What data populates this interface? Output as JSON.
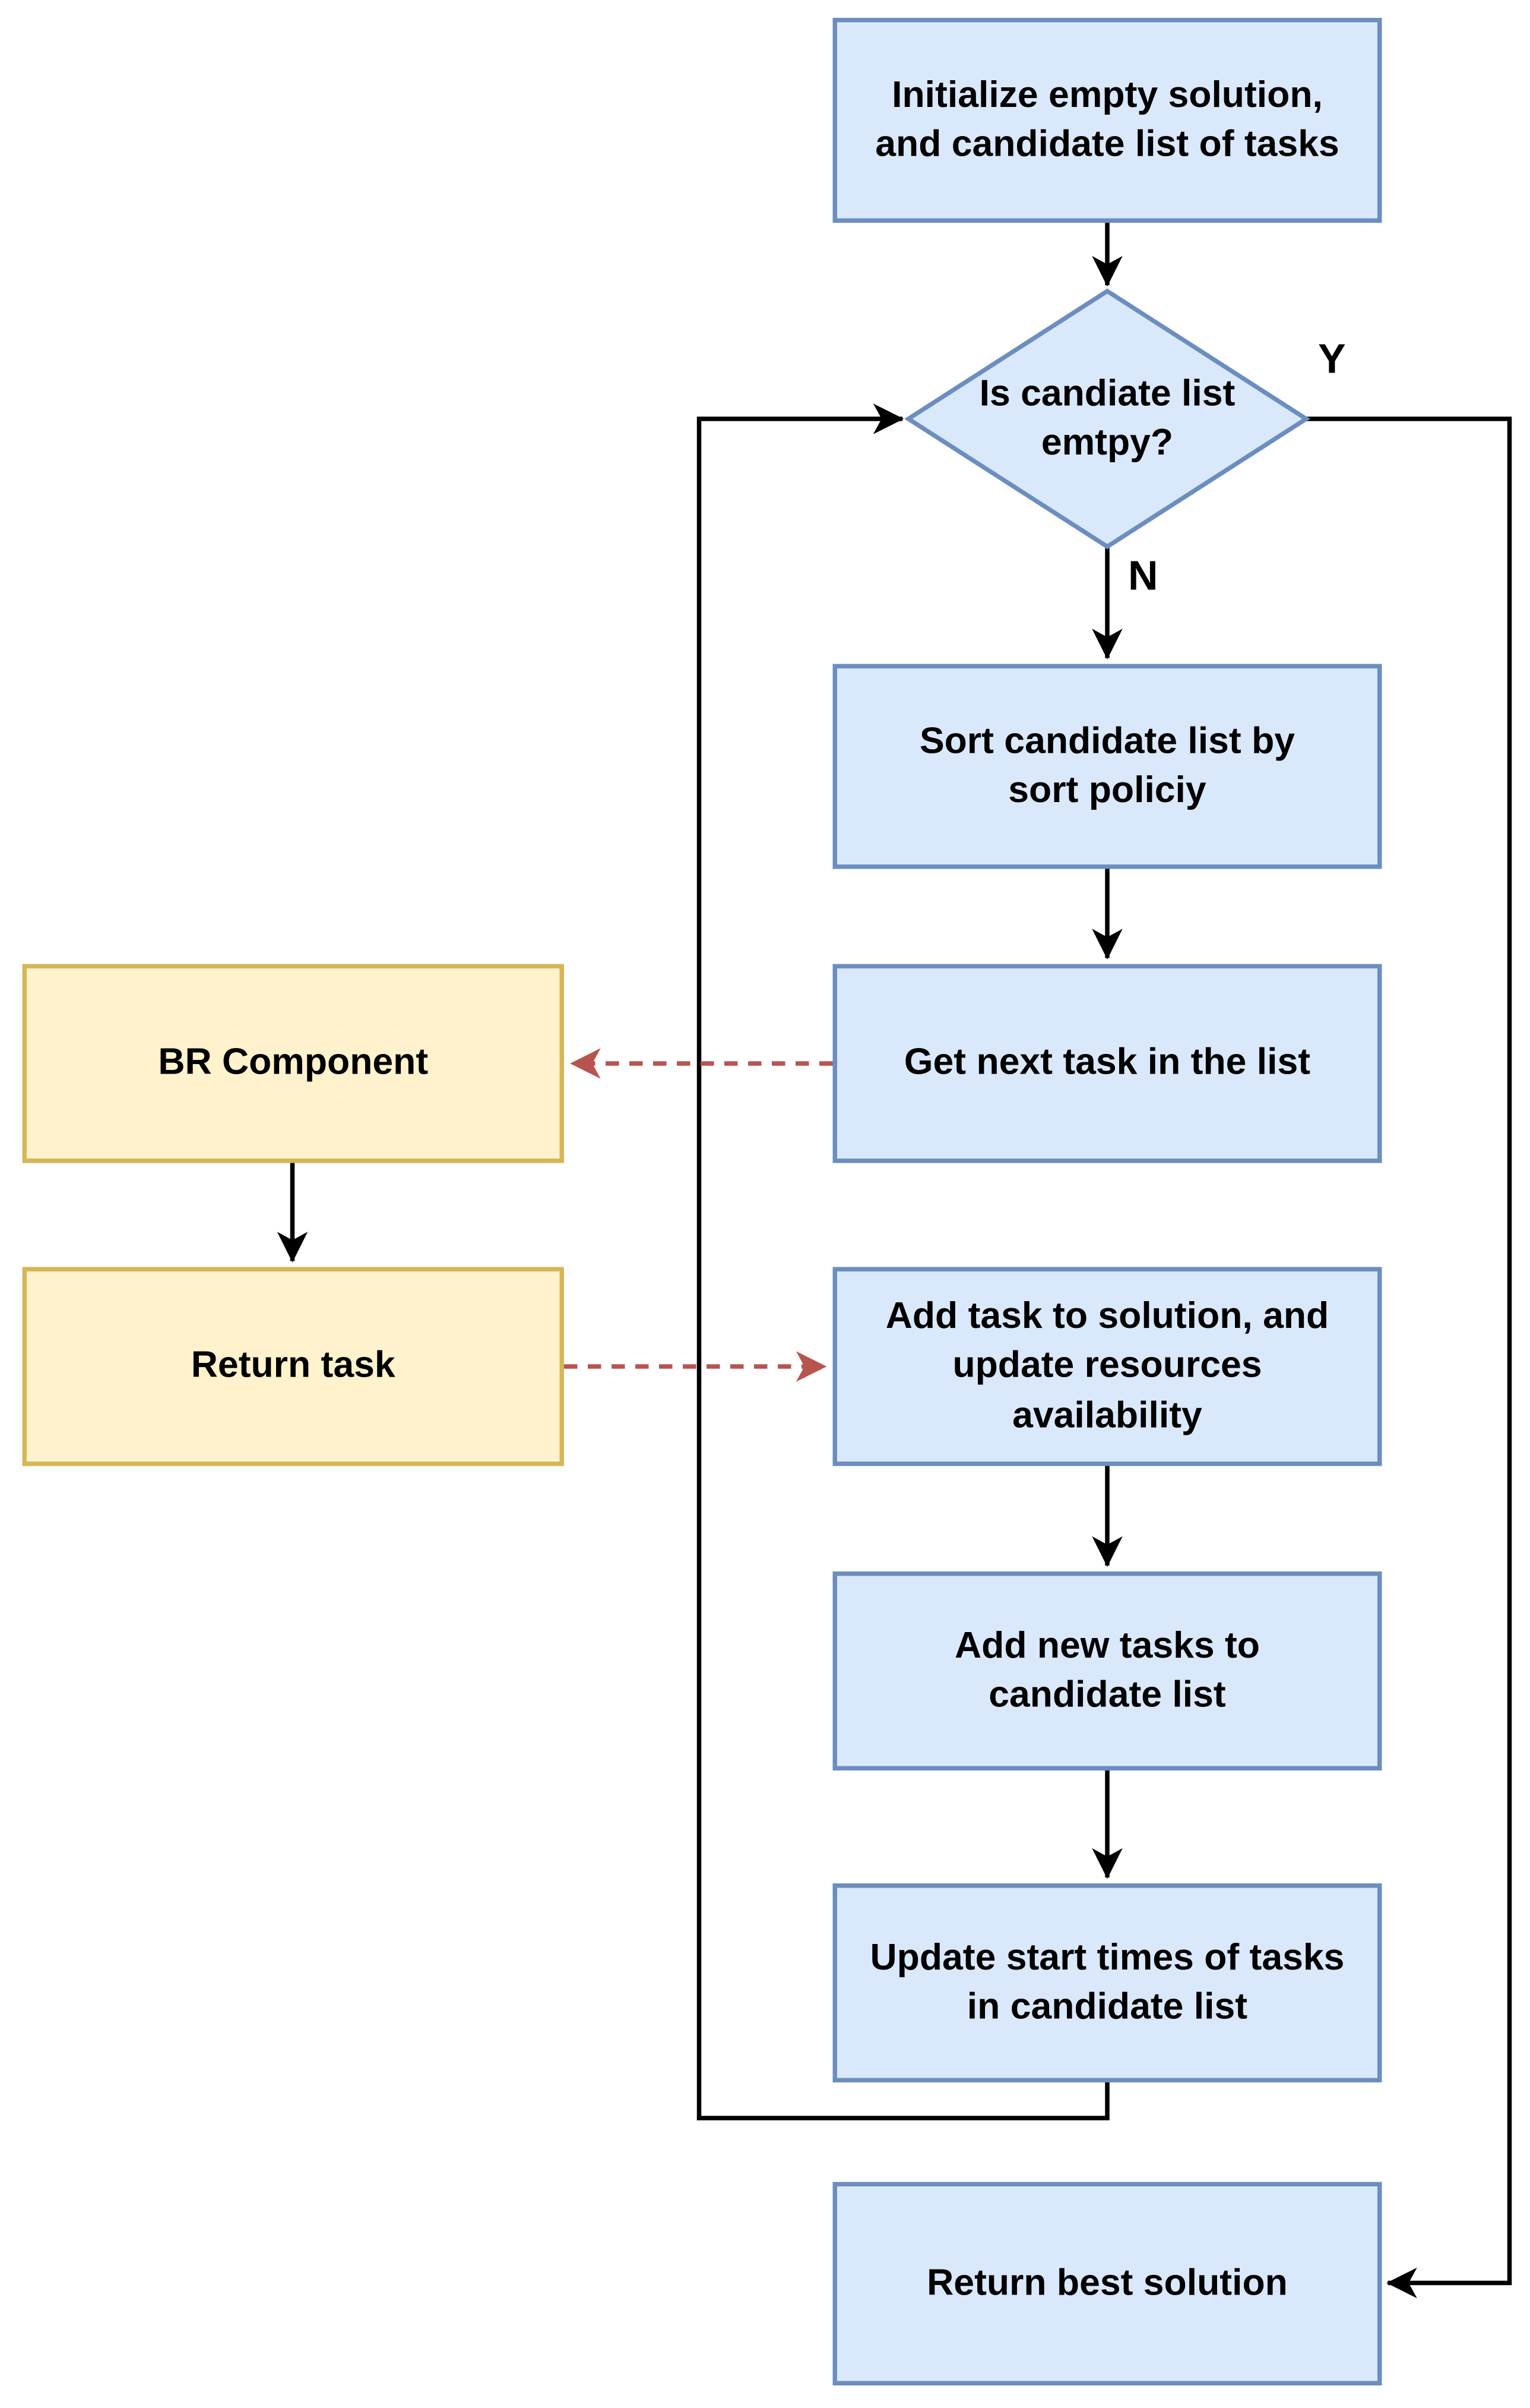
{
  "diagram": {
    "type": "flowchart",
    "background": "#ffffff",
    "colors": {
      "process_fill": "#dae8fc",
      "process_stroke": "#6c8ebf",
      "component_fill": "#fff2cc",
      "component_stroke": "#d6b656",
      "dashed_arrow": "#b85450",
      "solid_arrow": "#000000",
      "text": "#000000"
    },
    "nodes": {
      "init": {
        "type": "process",
        "label": "Initialize empty solution,\nand candidate list of tasks"
      },
      "decision": {
        "type": "decision",
        "label": "Is candiate list\nemtpy?"
      },
      "sort": {
        "type": "process",
        "label": "Sort candidate list by\nsort policiy"
      },
      "get_next": {
        "type": "process",
        "label": "Get next task in the list"
      },
      "br_component": {
        "type": "component",
        "label": "BR Component"
      },
      "return_task": {
        "type": "component",
        "label": "Return task"
      },
      "add_task": {
        "type": "process",
        "label": "Add task to solution, and\nupdate resources\navailability"
      },
      "add_new": {
        "type": "process",
        "label": "Add new tasks to\ncandidate list"
      },
      "update_times": {
        "type": "process",
        "label": "Update start times of tasks\nin candidate list"
      },
      "return_best": {
        "type": "process",
        "label": "Return best solution"
      }
    },
    "edge_labels": {
      "yes": "Y",
      "no": "N"
    },
    "edges": [
      {
        "from": "init",
        "to": "decision",
        "style": "solid"
      },
      {
        "from": "decision",
        "to": "sort",
        "style": "solid",
        "label": "N"
      },
      {
        "from": "decision",
        "to": "return_best",
        "style": "solid",
        "label": "Y"
      },
      {
        "from": "sort",
        "to": "get_next",
        "style": "solid"
      },
      {
        "from": "get_next",
        "to": "br_component",
        "style": "dashed-red"
      },
      {
        "from": "br_component",
        "to": "return_task",
        "style": "solid"
      },
      {
        "from": "return_task",
        "to": "add_task",
        "style": "dashed-red"
      },
      {
        "from": "add_task",
        "to": "add_new",
        "style": "solid"
      },
      {
        "from": "add_new",
        "to": "update_times",
        "style": "solid"
      },
      {
        "from": "update_times",
        "to": "decision",
        "style": "solid"
      }
    ]
  }
}
